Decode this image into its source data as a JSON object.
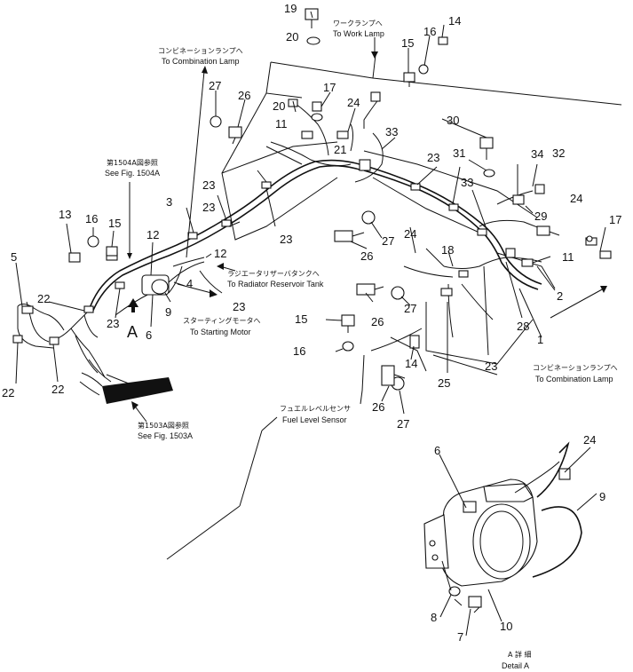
{
  "labels": {
    "n19": "19",
    "n14a": "14",
    "n20a": "20",
    "n16a": "16",
    "n15a": "15",
    "n27a": "27",
    "n26a": "26",
    "n17a": "17",
    "n20b": "20",
    "n24a": "24",
    "n30": "30",
    "n11a": "11",
    "n21": "21",
    "n33a": "33",
    "n31": "31",
    "n34": "34",
    "n32": "32",
    "n23a": "23",
    "n3": "3",
    "n23b": "23",
    "n13": "13",
    "n16b": "16",
    "n15b": "15",
    "n12a": "12",
    "n33b": "33",
    "n24b": "24",
    "n29": "29",
    "n17b": "17",
    "n23c": "23",
    "n23d": "23",
    "n27b": "27",
    "n24c": "24",
    "n26b": "26",
    "n18": "18",
    "n11b": "11",
    "n5": "5",
    "n12b": "12",
    "n23e": "23",
    "n9a": "9",
    "n4": "4",
    "n22a": "22",
    "n23f": "23",
    "n6a": "6",
    "n26c": "26",
    "n27c": "27",
    "n2": "2",
    "n15c": "15",
    "n28": "28",
    "n1": "1",
    "n16c": "16",
    "n14b": "14",
    "n23g": "23",
    "n25": "25",
    "n22b": "22",
    "n22c": "22",
    "n26d": "26",
    "n27d": "27",
    "n24d": "24",
    "n6b": "6",
    "n9b": "9",
    "n8": "8",
    "n10": "10",
    "n7": "7"
  },
  "callouts": {
    "work_lamp_jp": "ワークランプへ",
    "work_lamp_en": "To Work Lamp",
    "combo_lamp_top_jp": "コンビネーションランプへ",
    "combo_lamp_top_en": "To Combination Lamp",
    "see_1504a_jp": "第1504A図参照",
    "see_1504a_en": "See Fig. 1504A",
    "radiator_jp": "ラジエータリザーバタンクへ",
    "radiator_en": "To Radiator Reservoir Tank",
    "starting_motor_jp": "スターティングモータへ",
    "starting_motor_en": "To Starting Motor",
    "combo_lamp_bottom_jp": "コンビネーションランプへ",
    "combo_lamp_bottom_en": "To Combination Lamp",
    "fuel_level_jp": "フュエルレベルセンサ",
    "fuel_level_en": "Fuel Level Sensor",
    "see_1503a_jp": "第1503A図参照",
    "see_1503a_en": "See Fig. 1503A",
    "view_mark": "A",
    "detail_jp": "A 詳 細",
    "detail_en": "Detail A"
  }
}
